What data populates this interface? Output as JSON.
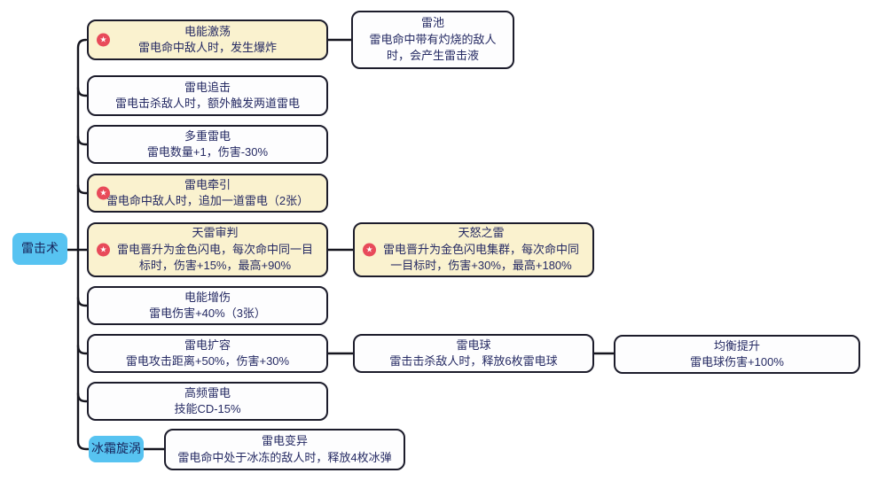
{
  "root": {
    "label": "雷击术"
  },
  "icons": {
    "star": "★"
  },
  "colors": {
    "node_border": "#1c1c2b",
    "node_fill_white": "#fdfdfe",
    "node_fill_yellow": "#faf2cf",
    "node_fill_blue": "#57c3f1",
    "text": "#252a63",
    "star_badge": "#e84a5a",
    "connector": "#16161f"
  },
  "nodes": [
    {
      "title": "电能激荡",
      "desc": "雷电命中敌人时，发生爆炸",
      "starred": true,
      "variant": "yellow"
    },
    {
      "title": "雷池",
      "desc": "雷电命中带有灼烧的敌人时，会产生雷击液",
      "starred": false,
      "variant": "white"
    },
    {
      "title": "雷电追击",
      "desc": "雷电击杀敌人时，额外触发两道雷电",
      "starred": false,
      "variant": "white"
    },
    {
      "title": "多重雷电",
      "desc": "雷电数量+1，伤害-30%",
      "starred": false,
      "variant": "white"
    },
    {
      "title": "雷电牵引",
      "desc": "雷电命中敌人时，追加一道雷电（2张）",
      "starred": true,
      "variant": "yellow"
    },
    {
      "title": "天雷审判",
      "desc": "雷电晋升为金色闪电，每次命中同一目标时，伤害+15%，最高+90%",
      "starred": true,
      "variant": "yellow"
    },
    {
      "title": "天怒之雷",
      "desc": "雷电晋升为金色闪电集群，每次命中同一目标时，伤害+30%，最高+180%",
      "starred": true,
      "variant": "yellow"
    },
    {
      "title": "电能增伤",
      "desc": "雷电伤害+40%（3张）",
      "starred": false,
      "variant": "white"
    },
    {
      "title": "雷电扩容",
      "desc": "雷电攻击距离+50%，伤害+30%",
      "starred": false,
      "variant": "white"
    },
    {
      "title": "雷电球",
      "desc": "雷击击杀敌人时，释放6枚雷电球",
      "starred": false,
      "variant": "white"
    },
    {
      "title": "均衡提升",
      "desc": "雷电球伤害+100%",
      "starred": false,
      "variant": "white"
    },
    {
      "title": "高频雷电",
      "desc": "技能CD-15%",
      "starred": false,
      "variant": "white"
    },
    {
      "title": "冰霜旋涡",
      "desc": "",
      "starred": false,
      "variant": "blue"
    },
    {
      "title": "雷电变异",
      "desc": "雷电命中处于冰冻的敌人时，释放4枚冰弹",
      "starred": false,
      "variant": "white"
    }
  ]
}
